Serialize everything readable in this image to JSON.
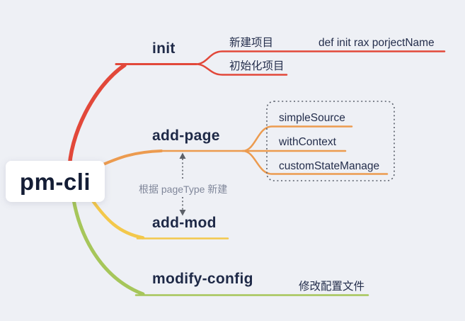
{
  "colors": {
    "background": "#eef0f5",
    "init_branch": "#e2483a",
    "add_page_branch": "#ec9b4f",
    "add_mod_branch": "#f3c84b",
    "modify_config_branch": "#a6c65a",
    "dark_text": "#1e2947",
    "note_gray": "#80879a",
    "dashed_border": "#5a606c",
    "arrow_gray": "#5c6068",
    "root_card_bg": "#ffffff"
  },
  "root": {
    "label": "pm-cli"
  },
  "branches": {
    "init": {
      "label": "init",
      "color": "#e2483a",
      "children": {
        "create_project": {
          "label": "新建项目",
          "child": {
            "label": "def init rax porjectName"
          }
        },
        "initialize_project": {
          "label": "初始化项目"
        }
      }
    },
    "add_page": {
      "label": "add-page",
      "color": "#ec9b4f",
      "page_types": [
        "simpleSource",
        "withContext",
        "customStateManage"
      ]
    },
    "add_mod": {
      "label": "add-mod",
      "color": "#f3c84b"
    },
    "modify_config": {
      "label": "modify-config",
      "color": "#a6c65a",
      "child": {
        "label": "修改配置文件"
      }
    }
  },
  "annotation": {
    "label": "根据 pageType 新建",
    "arrow_color": "#5c6068"
  }
}
